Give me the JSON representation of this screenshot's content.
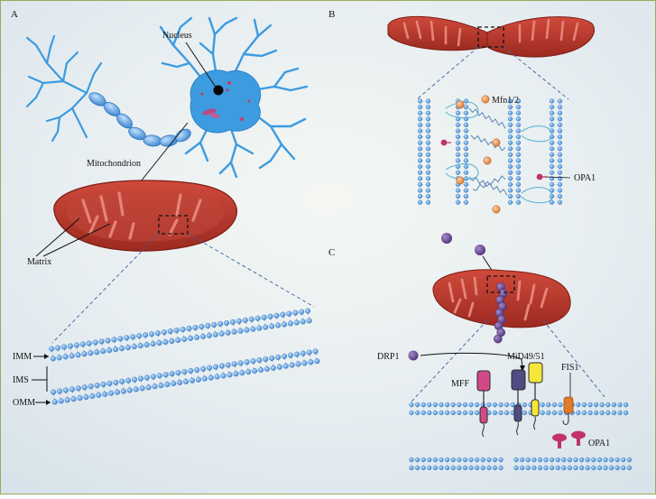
{
  "panels": {
    "a": {
      "letter": "A",
      "nucleus": "Nucleus",
      "mitochondrion": "Mitochondrion",
      "matrix": "Matrix",
      "imm": "IMM",
      "ims": "IMS",
      "omm": "OMM"
    },
    "b": {
      "letter": "B",
      "mfn": "Mfn1/2",
      "opa1": "OPA1"
    },
    "c": {
      "letter": "C",
      "drp1": "DRP1",
      "mid": "MiD49/51",
      "mff": "MFF",
      "fis1": "FIS1",
      "opa1": "OPA1"
    }
  },
  "colors": {
    "mito": "#b83a2f",
    "mito_dark": "#8e2219",
    "mito_crista": "#d8685d",
    "neuron": "#3d9be0",
    "membrane": "#4a90d9",
    "drp1": "#6a4c93",
    "mfn": "#e9955b",
    "opa1": "#c2336a",
    "mff": "#d04a88",
    "mid_dark": "#4f4b83",
    "mid_yellow": "#f5e63a",
    "fis1": "#e07b2a"
  },
  "icons": [
    "neuron-cell",
    "mitochondrion-organelle",
    "lipid-bilayer",
    "drp1-oligomer",
    "zoom-box"
  ]
}
